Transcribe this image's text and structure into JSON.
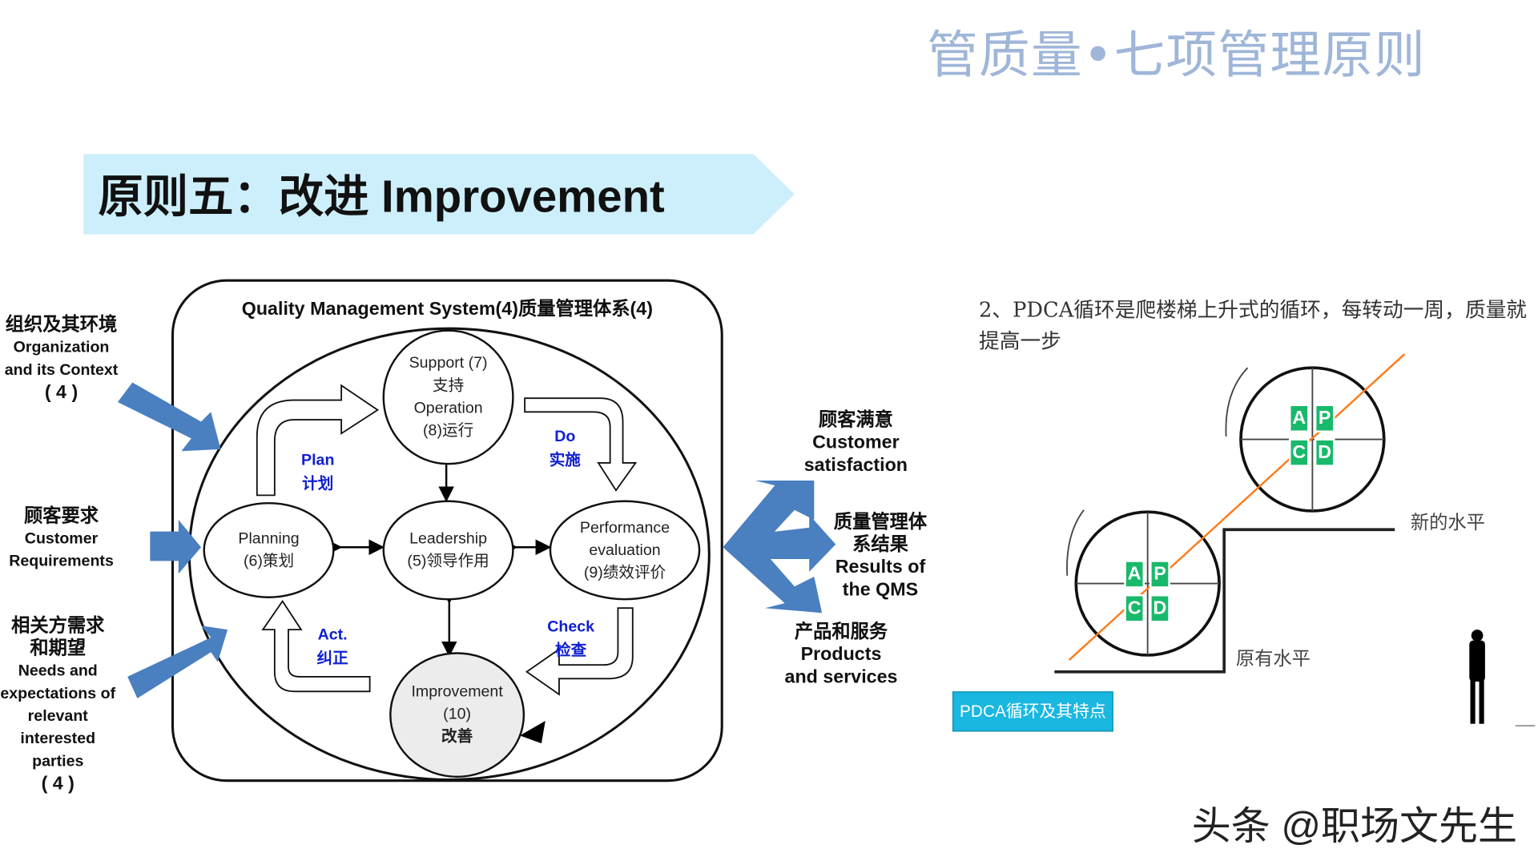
{
  "header": {
    "title": "管质量•七项管理原则"
  },
  "banner": {
    "text": "原则五：改进 Improvement",
    "color": "#cdeffc"
  },
  "qms": {
    "title": "Quality Management System(4)质量管理体系(4)",
    "support": [
      "Support (7)",
      "支持",
      "Operation",
      "(8)运行"
    ],
    "planning": [
      "Planning",
      "(6)策划"
    ],
    "leadership": [
      "Leadership",
      "(5)领导作用"
    ],
    "performance": [
      "Performance",
      "evaluation",
      "(9)绩效评价"
    ],
    "improvement": [
      "Improvement",
      "(10)",
      "改善"
    ],
    "plan": [
      "Plan",
      "计划"
    ],
    "do": [
      "Do",
      "实施"
    ],
    "check": [
      "Check",
      "检查"
    ],
    "act": [
      "Act.",
      "纠正"
    ]
  },
  "inputs": {
    "context": [
      "组织及其环境",
      "Organization",
      "and its Context",
      "( 4 )"
    ],
    "customer": [
      "顾客要求",
      "Customer",
      "Requirements"
    ],
    "parties": [
      "相关方需求",
      "和期望",
      "Needs and",
      "expectations of",
      "relevant",
      "interested",
      "parties",
      "( 4 )"
    ]
  },
  "outputs": {
    "satisfaction": [
      "顾客满意",
      "Customer",
      "satisfaction"
    ],
    "results": [
      "质量管理体",
      "系结果",
      "Results of",
      "the QMS"
    ],
    "products": [
      "产品和服务",
      "Products",
      "and services"
    ]
  },
  "pdca": {
    "text": "2、PDCA循环是爬楼梯上升式的循环，每转动一周，质量就提高一步",
    "letters": [
      "A",
      "P",
      "C",
      "D"
    ],
    "new_level": "新的水平",
    "old_level": "原有水平",
    "button": "PDCA循环及其特点",
    "accent": "#19b96b",
    "line": "#ff7a1a"
  },
  "watermark": "头条 @职场文先生"
}
